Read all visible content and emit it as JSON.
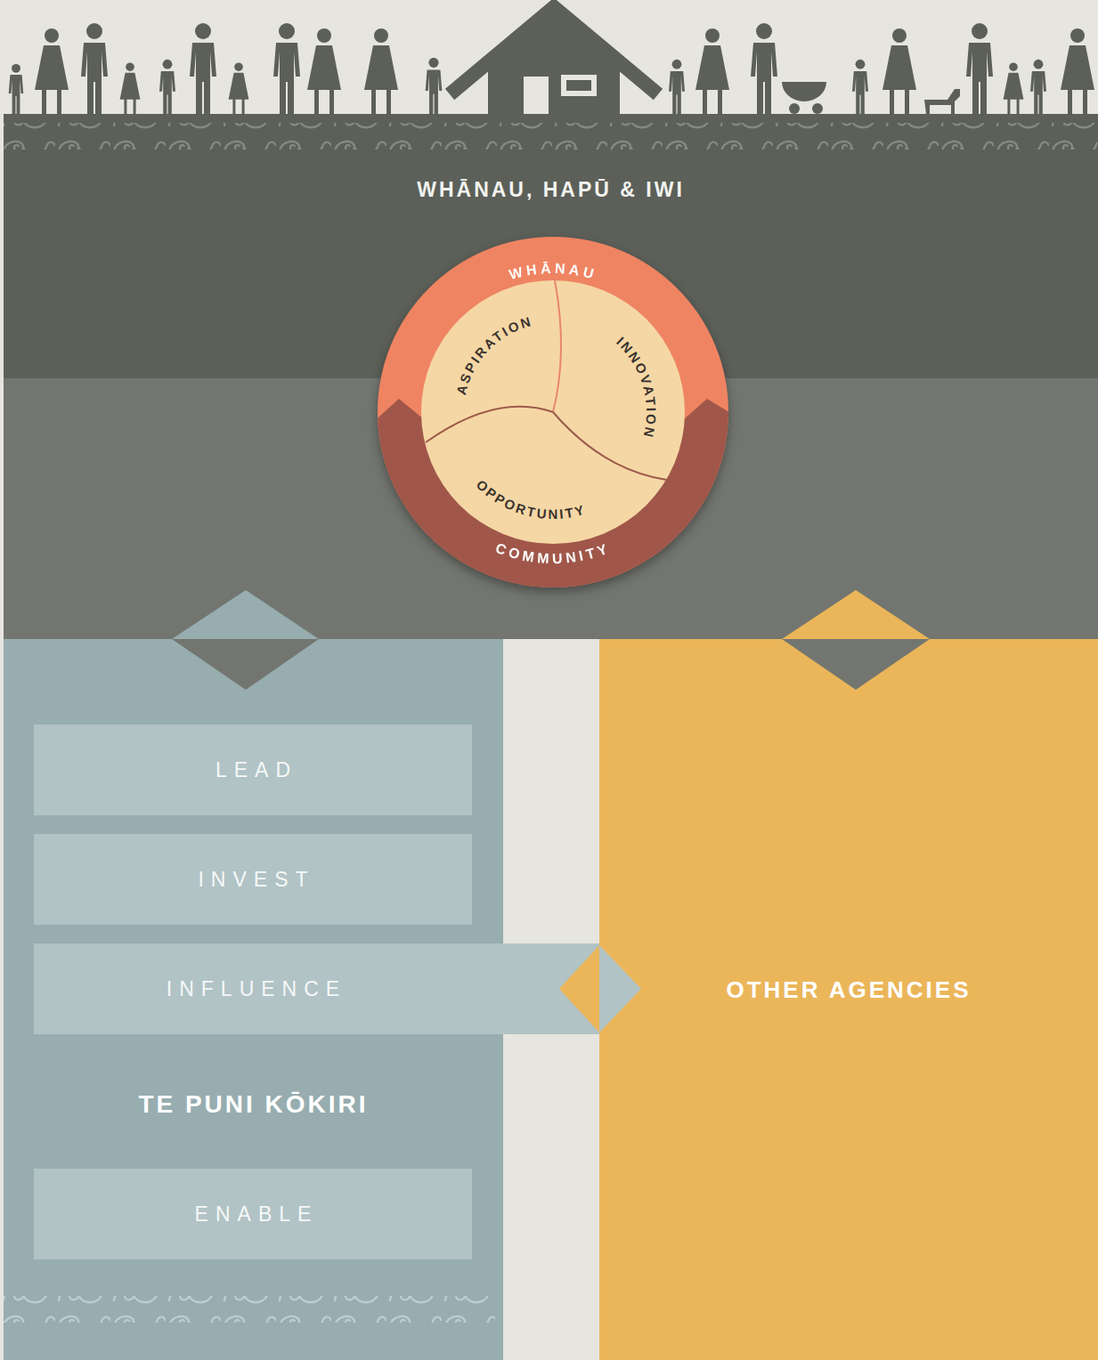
{
  "diagram": {
    "nodes": [
      {
        "text": [
          "WHĀNAU, HAPŪ & IWI"
        ]
      },
      {
        "text": [
          "WHĀNAU",
          "COMMUNITY"
        ],
        "in": 0
      },
      {
        "text": [
          "ASPIRATION"
        ],
        "in": 1
      },
      {
        "text": [
          "INNOVATION"
        ],
        "in": 1
      },
      {
        "text": [
          "OPPORTUNITY"
        ],
        "in": 1
      },
      {
        "text": [
          "TE PUNI KŌKIRI"
        ]
      },
      {
        "text": [
          "LEAD"
        ],
        "in": 5
      },
      {
        "text": [
          "INVEST"
        ],
        "in": 5
      },
      {
        "text": [
          "INFLUENCE"
        ],
        "in": 5
      },
      {
        "text": [
          "ENABLE"
        ],
        "in": 5
      },
      {
        "text": [
          "OTHER AGENCIES"
        ]
      }
    ],
    "edges": [
      {
        "from": 8,
        "to": 10,
        "arrow": "to"
      }
    ]
  }
}
